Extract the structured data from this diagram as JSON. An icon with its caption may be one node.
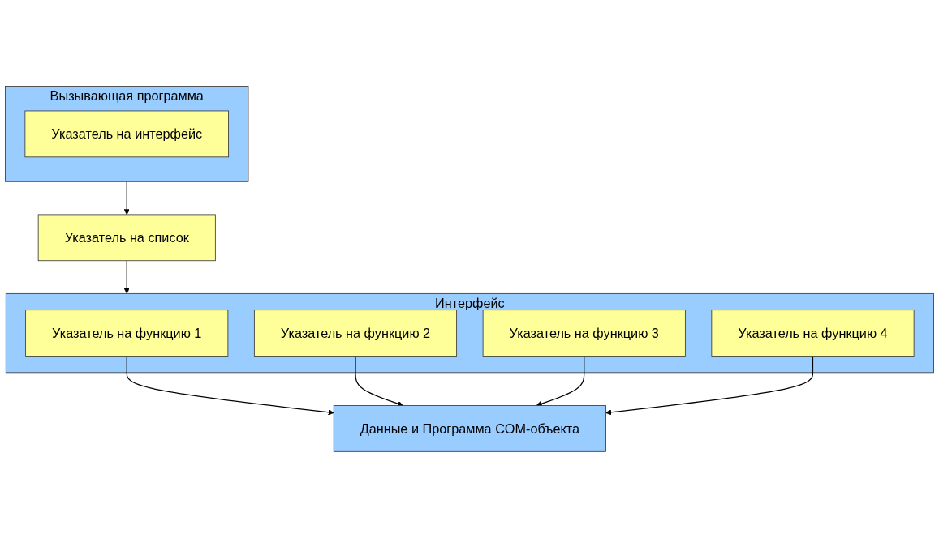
{
  "diagram": {
    "nodes": [
      {
        "text": [
          "Вызывающая программа"
        ]
      },
      {
        "text": [
          "Указатель на интерфейс"
        ],
        "in": 0
      },
      {
        "text": [
          "Указатель на список"
        ]
      },
      {
        "text": [
          "Интерфейс"
        ]
      },
      {
        "text": [
          "Указатель на функцию 1"
        ],
        "in": 3
      },
      {
        "text": [
          "Указатель на функцию 2"
        ],
        "in": 3
      },
      {
        "text": [
          "Указатель на функцию 3"
        ],
        "in": 3
      },
      {
        "text": [
          "Указатель на функцию 4"
        ],
        "in": 3
      },
      {
        "text": [
          "Данные и Программа COM-объекта"
        ]
      }
    ],
    "edges": [
      {
        "from": 0,
        "to": 2,
        "arrow": "to"
      },
      {
        "from": 2,
        "to": 3,
        "arrow": "to"
      },
      {
        "from": 4,
        "to": 8,
        "arrow": "to"
      },
      {
        "from": 5,
        "to": 8,
        "arrow": "to"
      },
      {
        "from": 6,
        "to": 8,
        "arrow": "to"
      },
      {
        "from": 7,
        "to": 8,
        "arrow": "to"
      }
    ]
  }
}
